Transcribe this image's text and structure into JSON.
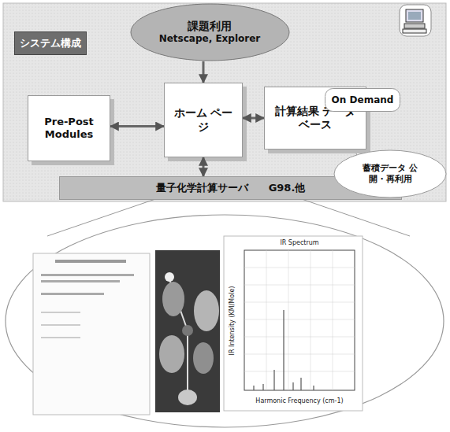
{
  "diagram": {
    "nodes": [
      {
        "text": [
          "システム構成"
        ]
      },
      {
        "text": [
          "課題利用",
          "Netscape, Explorer"
        ]
      },
      {
        "text": [
          "Pre-Post Modules"
        ]
      },
      {
        "text": [
          "ホーム ページ"
        ]
      },
      {
        "text": [
          "計算結果 データベース"
        ]
      },
      {
        "text": [
          "量子化学計算サーバ",
          "G98.他"
        ]
      },
      {
        "text": [
          "On Demand"
        ]
      },
      {
        "text": [
          "蓄積データ 公開・再利用"
        ]
      }
    ],
    "edges": [
      {
        "from": 1,
        "to": 3,
        "arrow": "to"
      },
      {
        "from": 2,
        "to": 3,
        "arrow": "both"
      },
      {
        "from": 3,
        "to": 4,
        "arrow": "both"
      },
      {
        "from": 5,
        "to": 3,
        "arrow": "both"
      }
    ],
    "labels": [
      "IR Spectrum",
      "IR Intensity (KM/Mole)",
      "Harmonic Frequency (cm-1)"
    ]
  }
}
